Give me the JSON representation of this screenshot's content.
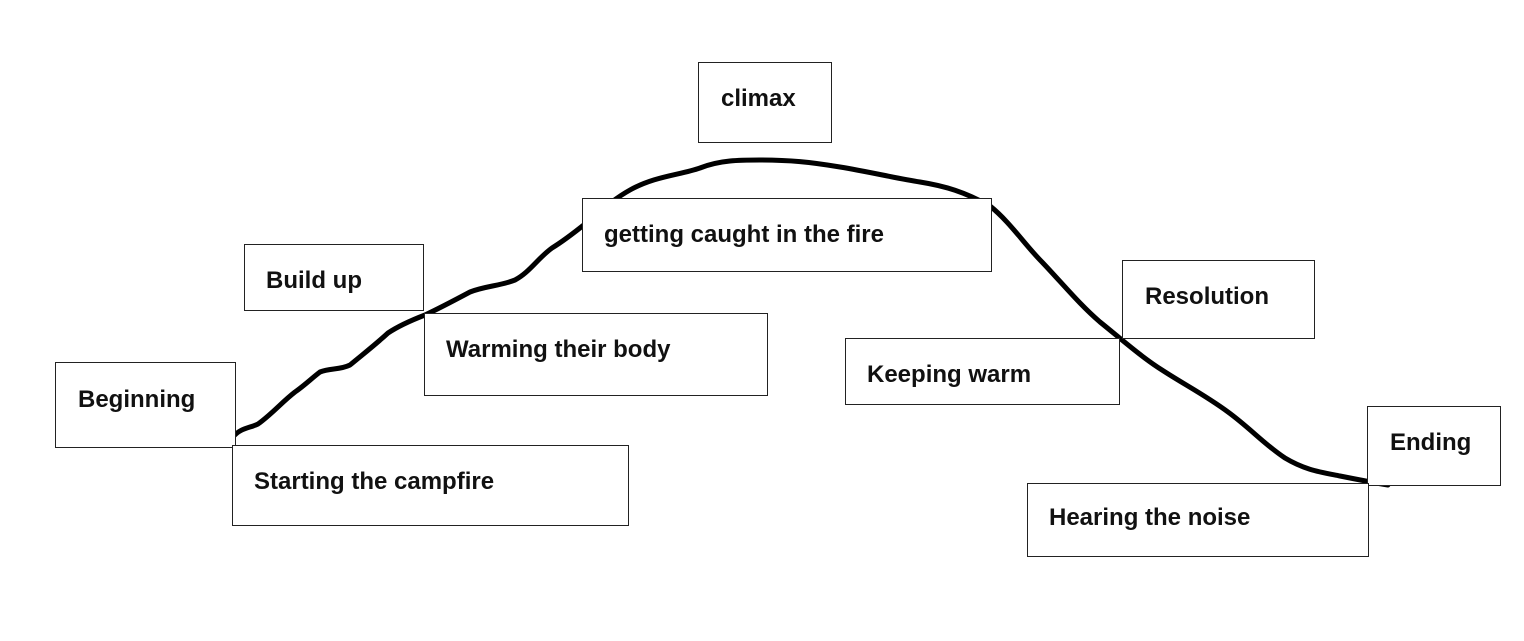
{
  "header_fragment": "",
  "plot_stages": [
    {
      "id": "beginning",
      "label": "Beginning",
      "event": "Starting the campfire"
    },
    {
      "id": "build_up",
      "label": "Build up",
      "event": "Warming their body"
    },
    {
      "id": "climax",
      "label": "climax",
      "event": "getting caught in the fire"
    },
    {
      "id": "resolution",
      "label": "Resolution",
      "event": "Keeping warm"
    },
    {
      "id": "ending",
      "label": "Ending",
      "event": "Hearing the noise"
    }
  ],
  "colors": {
    "line": "#000000",
    "box_border": "#222222",
    "text": "#111111",
    "background": "#ffffff"
  }
}
